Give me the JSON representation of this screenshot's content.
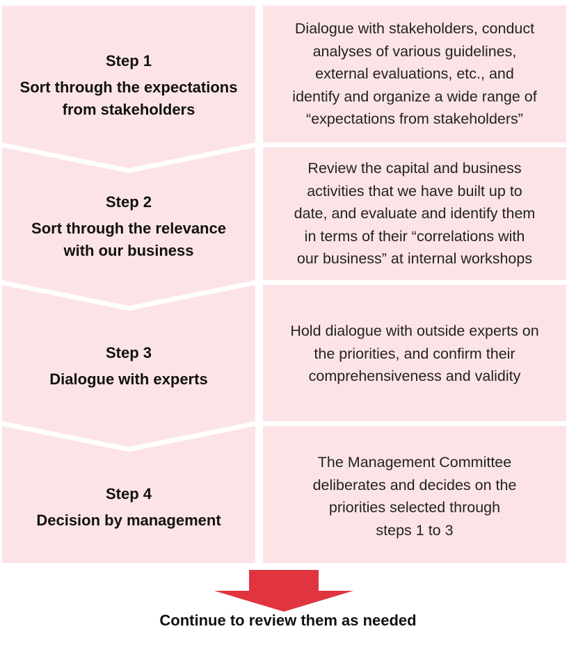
{
  "colors": {
    "box": "#fce4e6",
    "arrow": "#e0343f"
  },
  "steps": [
    {
      "title": "Step 1",
      "subtitle_lines": [
        "Sort through the expectations",
        "from stakeholders"
      ],
      "description_lines": [
        "Dialogue with stakeholders, conduct",
        "analyses of various guidelines,",
        "external evaluations, etc., and",
        "identify and organize a wide range of",
        "“expectations from stakeholders”"
      ]
    },
    {
      "title": "Step 2",
      "subtitle_lines": [
        "Sort through the relevance",
        "with our business"
      ],
      "description_lines": [
        "Review the capital and business",
        "activities that we have built up to",
        "date, and evaluate and identify them",
        "in terms of their “correlations with",
        "our business” at internal workshops"
      ]
    },
    {
      "title": "Step 3",
      "subtitle_lines": [
        "Dialogue with experts"
      ],
      "description_lines": [
        "Hold dialogue with outside experts on",
        "the priorities, and confirm their",
        "comprehensiveness and validity"
      ]
    },
    {
      "title": "Step 4",
      "subtitle_lines": [
        "Decision by management"
      ],
      "description_lines": [
        "The Management Committee",
        "deliberates and decides on the",
        "priorities selected through",
        "steps 1 to 3"
      ]
    }
  ],
  "footer": "Continue to review them as needed"
}
